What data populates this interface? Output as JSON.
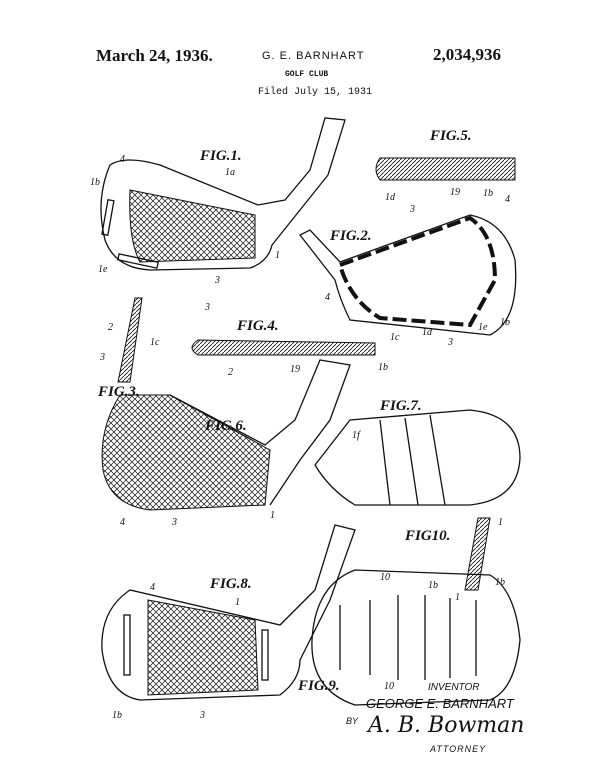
{
  "header": {
    "date": "March 24, 1936.",
    "inventor": "G. E. BARNHART",
    "title": "GOLF CLUB",
    "filed": "Filed July 15, 1931",
    "patent_number": "2,034,936"
  },
  "figures": {
    "fig1": "FIG.1.",
    "fig2": "FIG.2.",
    "fig3": "FIG.3.",
    "fig4": "FIG.4.",
    "fig5": "FIG.5.",
    "fig6": "FIG.6.",
    "fig7": "FIG.7.",
    "fig8": "FIG.8.",
    "fig9": "FIG.9.",
    "fig10": "FIG10."
  },
  "refs": {
    "r1": "1",
    "r1a": "1a",
    "r1b": "1b",
    "r1c": "1c",
    "r1d": "1d",
    "r1e": "1e",
    "r1f": "1f",
    "r2": "2",
    "r3": "3",
    "r4": "4",
    "r10": "10",
    "r19": "19"
  },
  "signature": {
    "inventor_label": "INVENTOR",
    "inventor_name": "GEORGE E. BARNHART",
    "by": "BY",
    "attorney_signature": "A. B. Bowman",
    "attorney_label": "ATTORNEY"
  }
}
